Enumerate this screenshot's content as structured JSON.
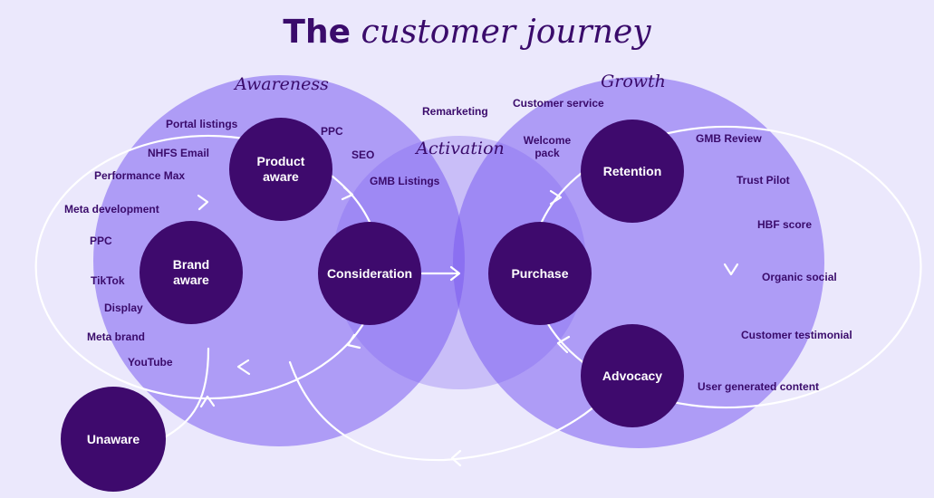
{
  "title": {
    "bold": "The",
    "italic": "customer journey"
  },
  "sections": {
    "awareness": "Awareness",
    "activation": "Activation",
    "growth": "Growth"
  },
  "nodes": {
    "unaware": "Unaware",
    "brand_aware": "Brand\naware",
    "product_aware": "Product\naware",
    "consideration": "Consideration",
    "purchase": "Purchase",
    "retention": "Retention",
    "advocacy": "Advocacy"
  },
  "awareness_channels": [
    "Portal listings",
    "NHFS Email",
    "Performance Max",
    "Meta development",
    "PPC",
    "TikTok",
    "Display",
    "Meta brand",
    "YouTube",
    "PPC",
    "SEO",
    "GMB Listings"
  ],
  "activation_channels": [
    "Remarketing"
  ],
  "growth_channels": [
    "Customer service",
    "Welcome\npack",
    "GMB Review",
    "Trust Pilot",
    "HBF score",
    "Organic social",
    "Customer testimonial",
    "User generated content"
  ],
  "colors": {
    "background": "#ebe8fc",
    "circle_fill": "#7c5cf0",
    "node_fill": "#3e0a6d",
    "text": "#3a0b6b",
    "arrow": "#ffffff"
  }
}
